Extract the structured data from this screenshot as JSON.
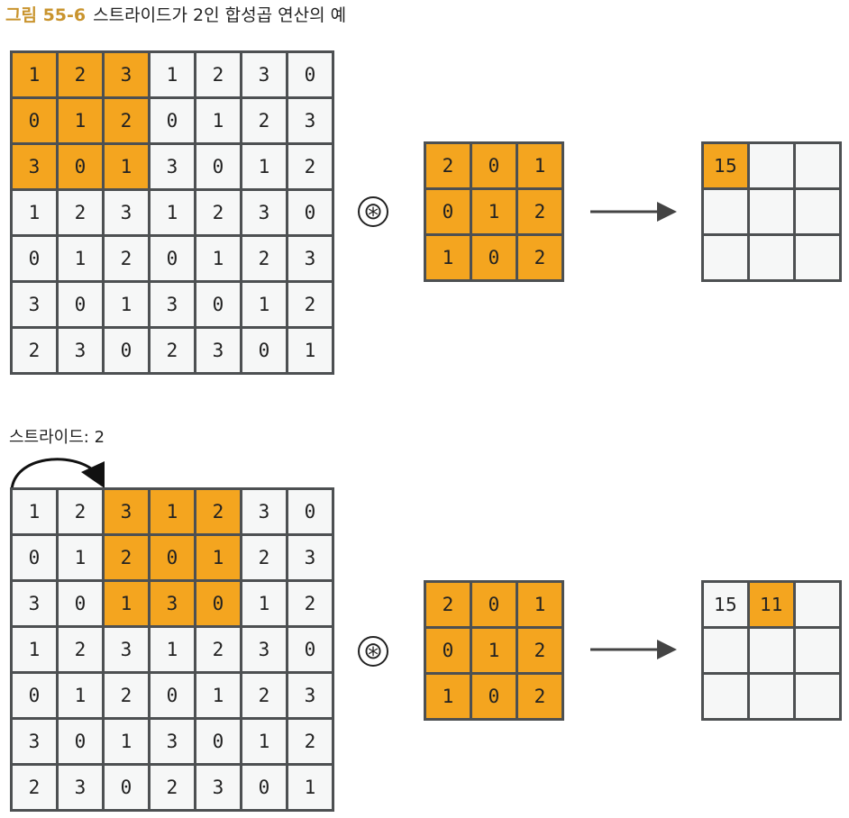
{
  "caption": {
    "figure_number": "그림 55-6",
    "text": "스트라이드가 2인 합성곱 연산의 예"
  },
  "operator_symbol": "⊛",
  "stride_label": "스트라이드: 2",
  "input_matrix": [
    [
      "1",
      "2",
      "3",
      "1",
      "2",
      "3",
      "0"
    ],
    [
      "0",
      "1",
      "2",
      "0",
      "1",
      "2",
      "3"
    ],
    [
      "3",
      "0",
      "1",
      "3",
      "0",
      "1",
      "2"
    ],
    [
      "1",
      "2",
      "3",
      "1",
      "2",
      "3",
      "0"
    ],
    [
      "0",
      "1",
      "2",
      "0",
      "1",
      "2",
      "3"
    ],
    [
      "3",
      "0",
      "1",
      "3",
      "0",
      "1",
      "2"
    ],
    [
      "2",
      "3",
      "0",
      "2",
      "3",
      "0",
      "1"
    ]
  ],
  "kernel_matrix": [
    [
      "2",
      "0",
      "1"
    ],
    [
      "0",
      "1",
      "2"
    ],
    [
      "1",
      "0",
      "2"
    ]
  ],
  "colors": {
    "highlight": "#f4a51f",
    "cell_bg": "#f6f7f7",
    "border": "#4d5052",
    "caption_accent": "#c9942e"
  },
  "examples": [
    {
      "name": "step-1",
      "highlight_rows": [
        0,
        2
      ],
      "highlight_cols": [
        0,
        2
      ],
      "output": [
        [
          "15",
          "",
          ""
        ],
        [
          "",
          "",
          ""
        ],
        [
          "",
          "",
          ""
        ]
      ],
      "output_highlight": [
        [
          0,
          0
        ]
      ]
    },
    {
      "name": "step-2",
      "highlight_rows": [
        0,
        2
      ],
      "highlight_cols": [
        2,
        4
      ],
      "output": [
        [
          "15",
          "11",
          ""
        ],
        [
          "",
          "",
          ""
        ],
        [
          "",
          "",
          ""
        ]
      ],
      "output_highlight": [
        [
          0,
          1
        ]
      ]
    }
  ]
}
